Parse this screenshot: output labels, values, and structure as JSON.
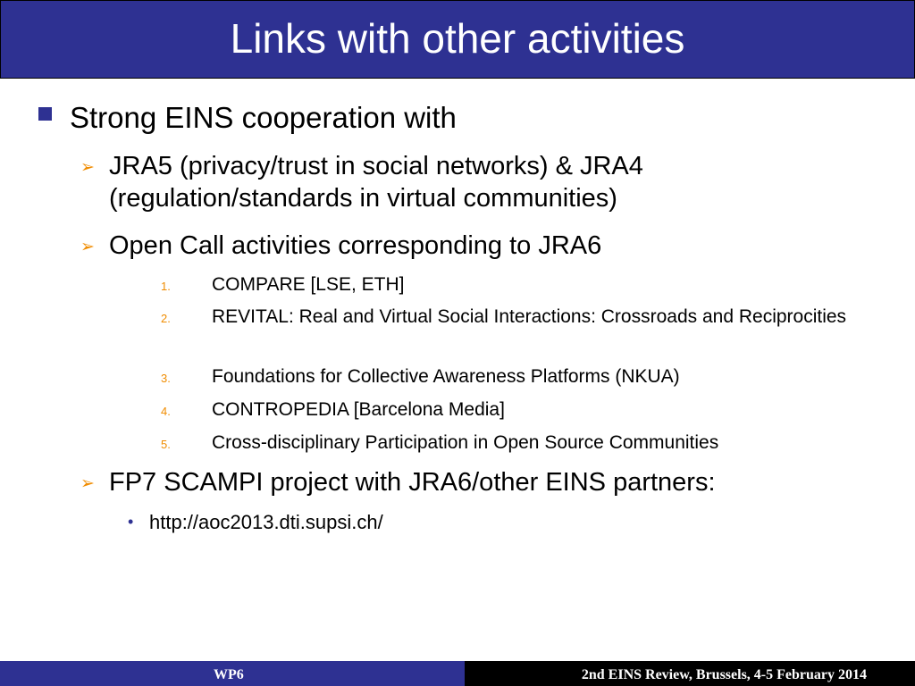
{
  "slide": {
    "title": "Links with other activities",
    "colors": {
      "title_bg": "#2e3192",
      "bullet": "#2e3192",
      "arrow": "#f08c00",
      "footer_left_bg": "#2e3192",
      "footer_right_bg": "#000000"
    }
  },
  "content": {
    "main_bullet": "Strong EINS cooperation with",
    "sub_bullets": [
      {
        "marker": "➢",
        "text": "JRA5 (privacy/trust in social networks) & JRA4 (regulation/standards in virtual communities)"
      },
      {
        "marker": "➢",
        "text": "Open Call activities corresponding to JRA6"
      },
      {
        "marker": "➢",
        "text": "FP7 SCAMPI project with JRA6/other EINS partners:"
      }
    ],
    "numbered_items": [
      {
        "num": "1.",
        "text": "COMPARE [LSE, ETH]"
      },
      {
        "num": "2.",
        "text": "REVITAL: Real and Virtual Social Interactions: Crossroads and Reciprocities"
      },
      {
        "num": "3.",
        "text": "Foundations for Collective Awareness Platforms (NKUA)"
      },
      {
        "num": "4.",
        "text": "CONTROPEDIA [Barcelona Media]"
      },
      {
        "num": "5.",
        "text": "Cross-disciplinary Participation in Open Source Communities"
      }
    ],
    "link_item": {
      "marker": "•",
      "text": "http://aoc2013.dti.supsi.ch/"
    }
  },
  "footer": {
    "left": "WP6",
    "right": "2nd EINS Review, Brussels, 4-5 February 2014"
  }
}
